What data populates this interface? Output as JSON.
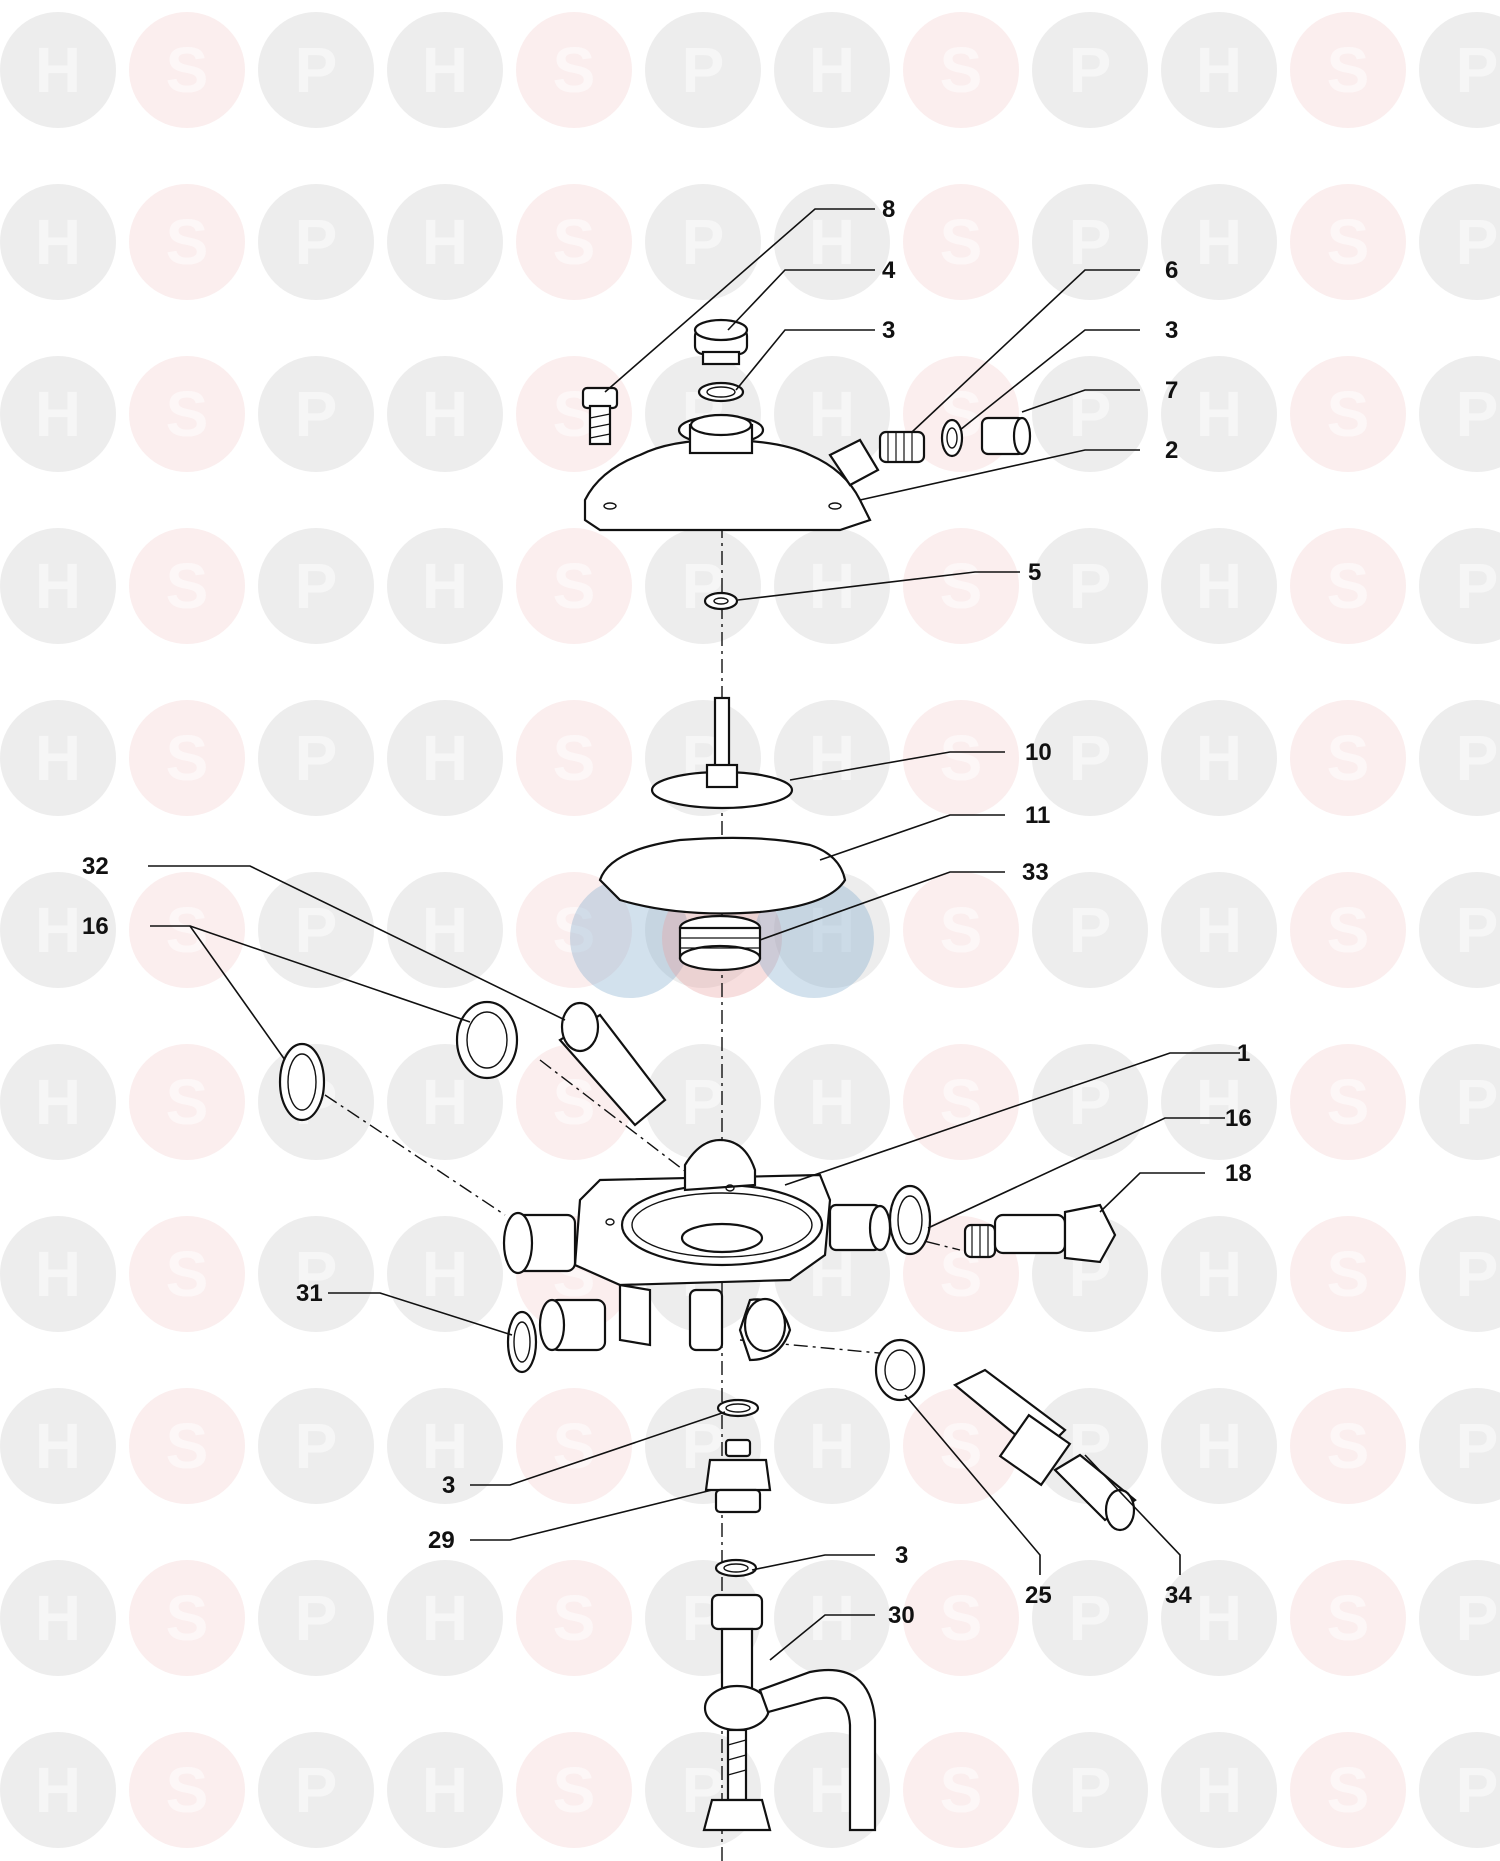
{
  "watermark": {
    "letters": [
      "H",
      "S",
      "P"
    ],
    "colors": {
      "H": "#9a9a9a",
      "S": "#e8a0a0",
      "P": "#9a9a9a"
    },
    "center_colors": {
      "H": "#7fa8cc",
      "S": "#e8a0a0",
      "P": "#7fa8cc"
    }
  },
  "callouts": [
    {
      "id": "c-8",
      "label": "8"
    },
    {
      "id": "c-4",
      "label": "4"
    },
    {
      "id": "c-3a",
      "label": "3"
    },
    {
      "id": "c-6",
      "label": "6"
    },
    {
      "id": "c-3b",
      "label": "3"
    },
    {
      "id": "c-7",
      "label": "7"
    },
    {
      "id": "c-2",
      "label": "2"
    },
    {
      "id": "c-5",
      "label": "5"
    },
    {
      "id": "c-10",
      "label": "10"
    },
    {
      "id": "c-11",
      "label": "11"
    },
    {
      "id": "c-32",
      "label": "32"
    },
    {
      "id": "c-33",
      "label": "33"
    },
    {
      "id": "c-16a",
      "label": "16"
    },
    {
      "id": "c-1",
      "label": "1"
    },
    {
      "id": "c-16b",
      "label": "16"
    },
    {
      "id": "c-18",
      "label": "18"
    },
    {
      "id": "c-31",
      "label": "31"
    },
    {
      "id": "c-3c",
      "label": "3"
    },
    {
      "id": "c-29",
      "label": "29"
    },
    {
      "id": "c-3d",
      "label": "3"
    },
    {
      "id": "c-25",
      "label": "25"
    },
    {
      "id": "c-34",
      "label": "34"
    },
    {
      "id": "c-30",
      "label": "30"
    }
  ]
}
